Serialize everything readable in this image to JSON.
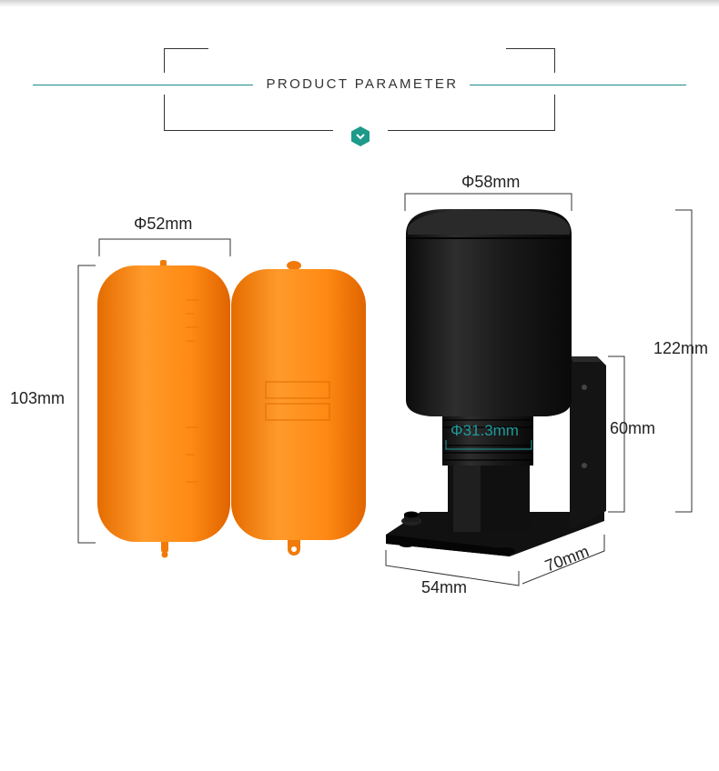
{
  "header": {
    "title": "PRODUCT PARAMETER",
    "accent_color": "#1e8a8a",
    "badge_icon": "chevron-down-icon"
  },
  "float_balls": {
    "color": "#ff8a1a",
    "diameter_label": "Φ52mm",
    "height_label": "103mm"
  },
  "switch_body": {
    "color": "#151515",
    "diameter_label": "Φ58mm",
    "total_height_label": "122mm",
    "bracket_height_label": "60mm",
    "thread_diameter_label": "Φ31.3mm",
    "base_width_label": "54mm",
    "base_depth_label": "70mm"
  }
}
